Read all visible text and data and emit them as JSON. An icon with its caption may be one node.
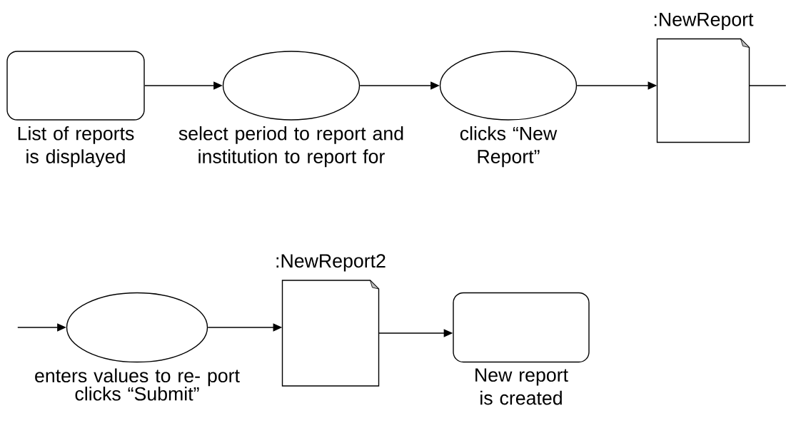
{
  "diagram": {
    "nodes": [
      {
        "text": [
          "List of reports is displayed"
        ]
      },
      {
        "text": [
          "select period to report and institution to report for"
        ]
      },
      {
        "text": [
          "clicks “New Report”"
        ]
      },
      {
        "text": [
          ":NewReport"
        ]
      },
      {
        "text": [
          "enters values to re- port",
          "clicks “Submit”"
        ]
      },
      {
        "text": [
          ":NewReport2"
        ]
      },
      {
        "text": [
          "New report is created"
        ]
      }
    ],
    "edges": [
      {
        "from": 0,
        "to": 1,
        "arrow": "to"
      },
      {
        "from": 1,
        "to": 2,
        "arrow": "to"
      },
      {
        "from": 2,
        "to": 3,
        "arrow": "to"
      },
      {
        "from": 3,
        "to": null,
        "arrow": "none"
      },
      {
        "from": null,
        "to": 4,
        "arrow": "to"
      },
      {
        "from": 4,
        "to": 5,
        "arrow": "to"
      },
      {
        "from": 5,
        "to": 6,
        "arrow": "to"
      }
    ]
  }
}
